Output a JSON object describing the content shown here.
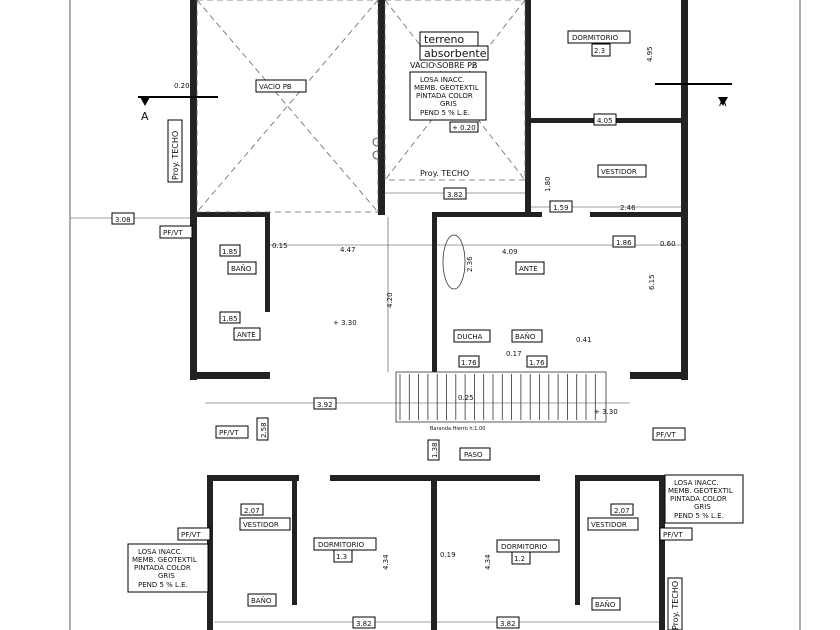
{
  "rooms": {
    "vacio_pb_1": "VACIO PB",
    "terreno": "terreno",
    "absorbente": "absorbente",
    "vacio_sobre_pb": "VACIO SOBRE PB",
    "dorm_23_label": "DORMITORIO",
    "dorm_23_num": "2.3",
    "dorm_13_label": "DORMITORIO",
    "dorm_13_num": "1.3",
    "dorm_12_label": "DORMITORIO",
    "dorm_12_num": "1.2",
    "vestidor": "VESTIDOR",
    "vestidor_left": "VESTIDOR",
    "vestidor_right": "VESTIDOR",
    "bano": "BAÑO",
    "bano2": "BAÑO",
    "ducha": "DUCHA",
    "paso": "PASO",
    "ante": "ANTE",
    "ante2": "ANTE",
    "bano3": "BAÑO",
    "bano4": "BAÑO"
  },
  "notes": {
    "losa_top": [
      "LOSA INACC.",
      "MEMB. GEOTEXTIL",
      "PINTADA COLOR",
      "GRIS",
      "PEND 5 % L.E."
    ],
    "losa_left": [
      "LOSA INACC.",
      "MEMB. GEOTEXTIL",
      "PINTADA COLOR",
      "GRIS",
      "PEND 5 % L.E."
    ],
    "losa_right": [
      "LOSA INACC.",
      "MEMB. GEOTEXTIL",
      "PINTADA COLOR",
      "GRIS",
      "PEND 5 % L.E."
    ],
    "proy_techo_mid": "Proy. TECHO",
    "proy_techo_left": "Proy. TECHO",
    "proy_techo_right": "Proy. TECHO",
    "baranda": "Baranda Hierro h:1.00",
    "section_a": "A",
    "pf_vt": "PF/VT",
    "level_330": "+ 3.30",
    "level_020": "+ 0.20"
  },
  "dims": {
    "d020a": "0.20",
    "d308": "3.08",
    "d447": "4.47",
    "d382top": "3.82",
    "d495": "4.95",
    "d405": "4.05",
    "d246": "2.46",
    "d186": "1.86",
    "d159": "1.59",
    "d180": "1.80",
    "d060": "0.60",
    "d615": "6.15",
    "d015": "0.15",
    "d409": "4.09",
    "d420": "4.20",
    "d185": "1.85",
    "d185b": "1.85",
    "d392": "3.92",
    "d258": "2.58",
    "d138": "1.38",
    "d176": "1.76",
    "d176b": "1.76",
    "d041": "0.41",
    "d207": "2.07",
    "d207b": "2.07",
    "d434": "4.34",
    "d434b": "4.34",
    "d019": "0.19",
    "d382a": "3.82",
    "d382b": "3.82",
    "d025": "0.25",
    "d017": "0.17",
    "d236": "2.36"
  }
}
